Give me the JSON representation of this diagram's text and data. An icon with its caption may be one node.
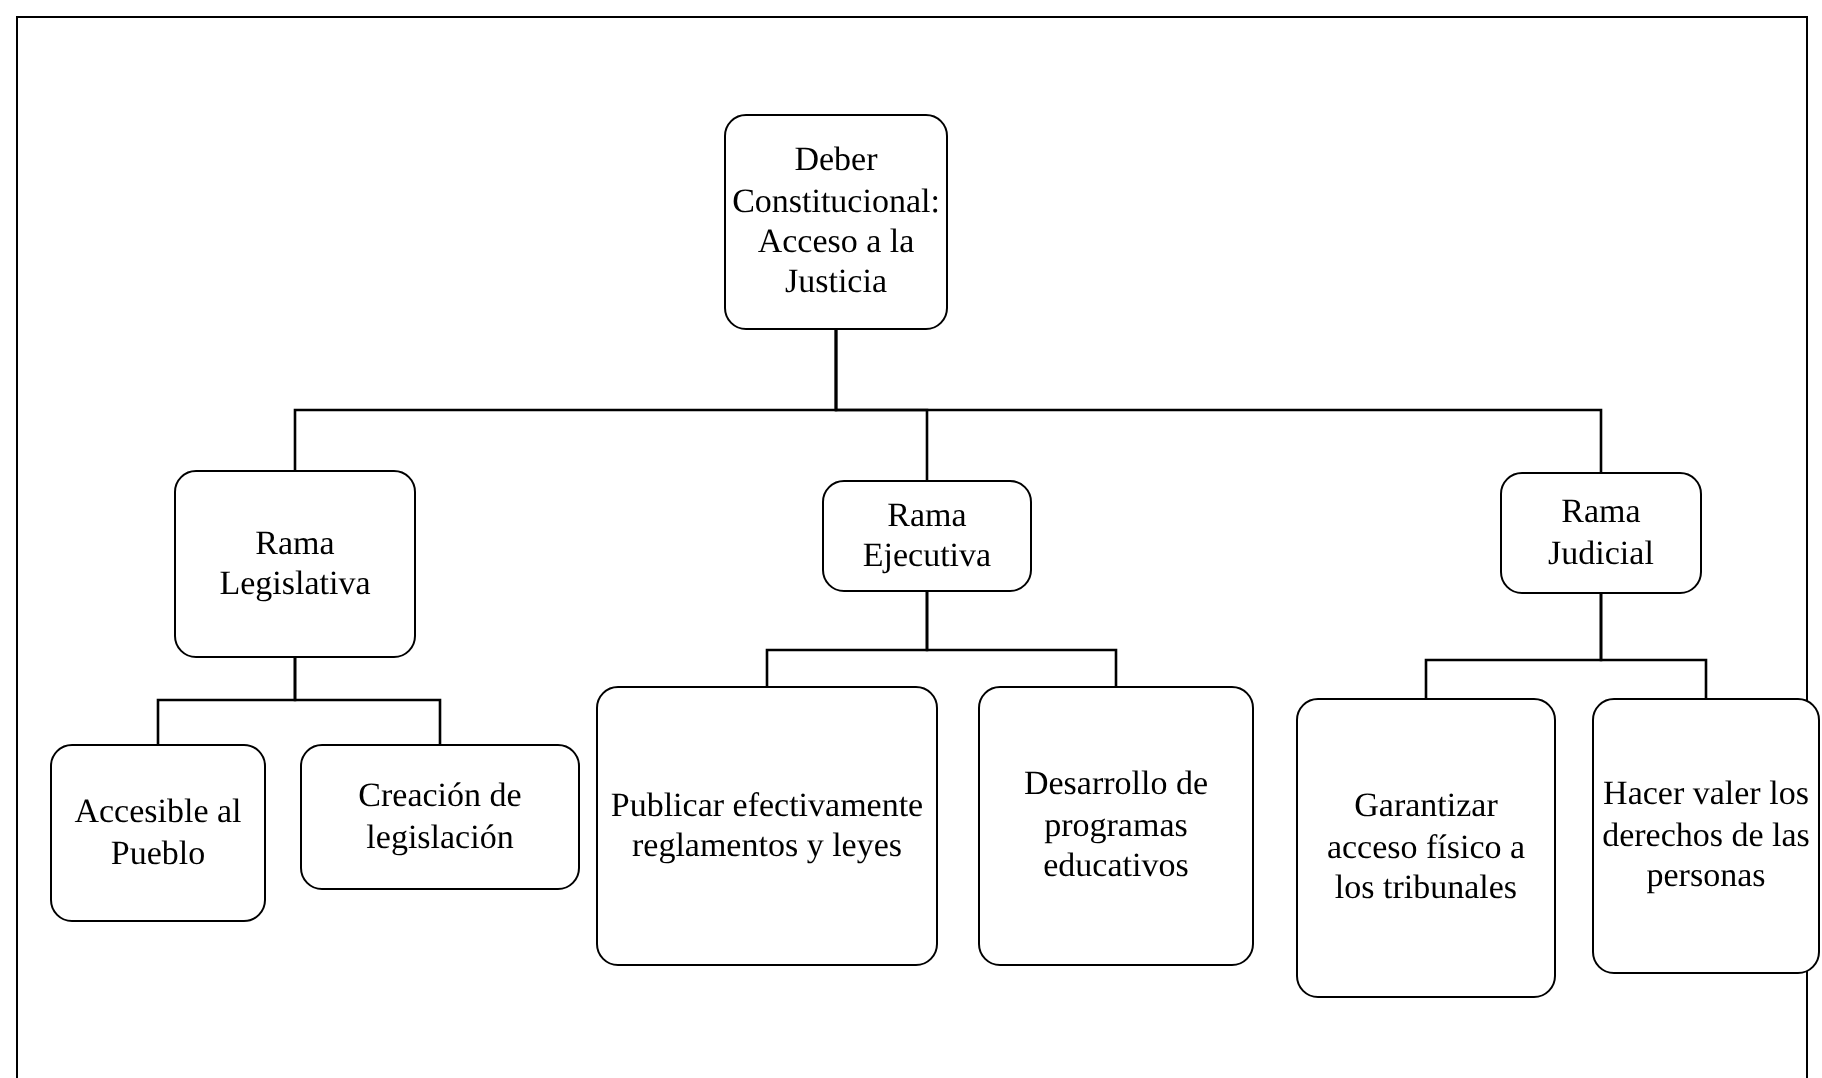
{
  "diagram": {
    "nodes": [
      {
        "text": [
          "Deber Constitucional: Acceso a la Justicia"
        ]
      },
      {
        "text": [
          "Rama Legislativa"
        ]
      },
      {
        "text": [
          "Rama Ejecutiva"
        ]
      },
      {
        "text": [
          "Rama Judicial"
        ]
      },
      {
        "text": [
          "Accesible al Pueblo"
        ]
      },
      {
        "text": [
          "Creación de legislación"
        ]
      },
      {
        "text": [
          "Publicar efectivamente reglamentos y leyes"
        ]
      },
      {
        "text": [
          "Desarrollo de programas educativos"
        ]
      },
      {
        "text": [
          "Garantizar acceso físico a los tribunales"
        ]
      },
      {
        "text": [
          "Hacer valer los derechos de las personas"
        ]
      }
    ],
    "edges": [
      {
        "from": 0,
        "to": 1,
        "arrow": "none"
      },
      {
        "from": 0,
        "to": 2,
        "arrow": "none"
      },
      {
        "from": 0,
        "to": 3,
        "arrow": "none"
      },
      {
        "from": 1,
        "to": 4,
        "arrow": "none"
      },
      {
        "from": 1,
        "to": 5,
        "arrow": "none"
      },
      {
        "from": 2,
        "to": 6,
        "arrow": "none"
      },
      {
        "from": 2,
        "to": 7,
        "arrow": "none"
      },
      {
        "from": 3,
        "to": 8,
        "arrow": "none"
      },
      {
        "from": 3,
        "to": 9,
        "arrow": "none"
      }
    ]
  }
}
